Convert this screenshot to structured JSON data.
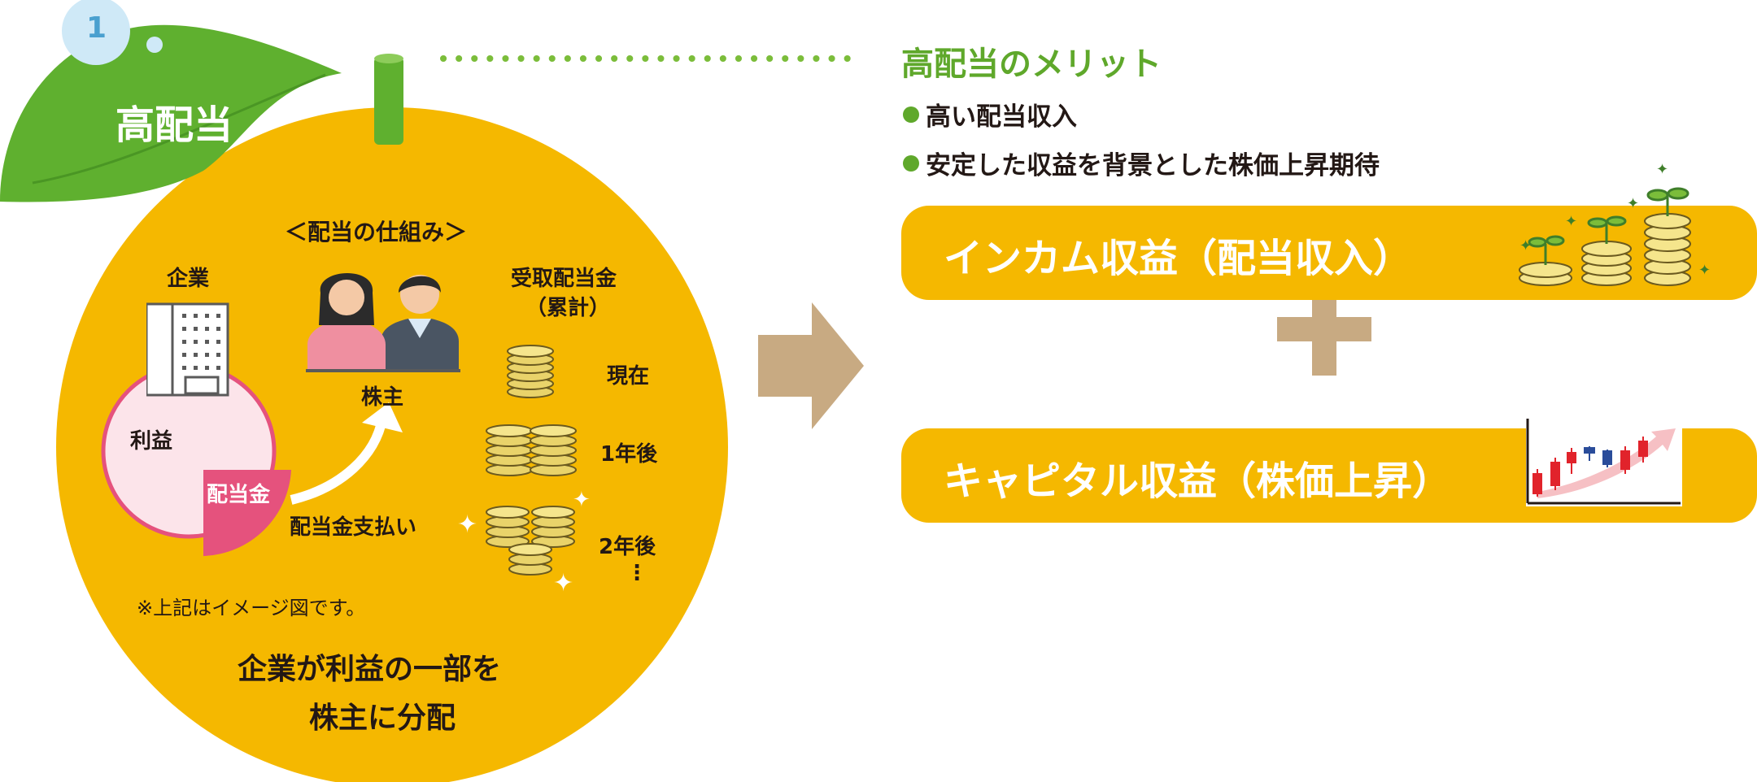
{
  "badge": {
    "number": "1"
  },
  "leaf": {
    "title": "高配当"
  },
  "mechanism": {
    "heading": "＜配当の仕組み＞",
    "company_label": "企業",
    "shareholder_label": "株主",
    "received_label_line1": "受取配当金",
    "received_label_line2": "（累計）",
    "profit_label": "利益",
    "dividend_label": "配当金",
    "payment_label": "配当金支払い",
    "time_now": "現在",
    "time_1y": "1年後",
    "time_2y": "2年後",
    "ellipsis": "⋮",
    "note": "※上記はイメージ図です。",
    "summary_line1": "企業が利益の一部を",
    "summary_line2": "株主に分配"
  },
  "merits": {
    "title": "高配当のメリット",
    "items": [
      "高い配当収入",
      "安定した収益を背景とした株価上昇期待"
    ]
  },
  "income_pill": {
    "label": "インカム収益（配当収入）"
  },
  "plus_symbol": "＋",
  "capital_pill": {
    "label": "キャピタル収益（株価上昇）"
  },
  "icons": {
    "badge": "number-badge-icon",
    "company": "office-building-icon",
    "shareholders": "shareholders-icon",
    "coins": "coin-stack-icon",
    "arrow": "right-arrow-icon",
    "sprouting_coins": "sprouting-coins-icon",
    "chart": "candlestick-chart-icon"
  },
  "colors": {
    "orange": "#f5b800",
    "leaf_green": "#5fb02f",
    "merit_green": "#5fa82b",
    "pink": "#e5527d",
    "light_pink": "#fce4ea",
    "arrow_tan": "#c8aa82",
    "badge_blue": "#cfe9f7"
  }
}
